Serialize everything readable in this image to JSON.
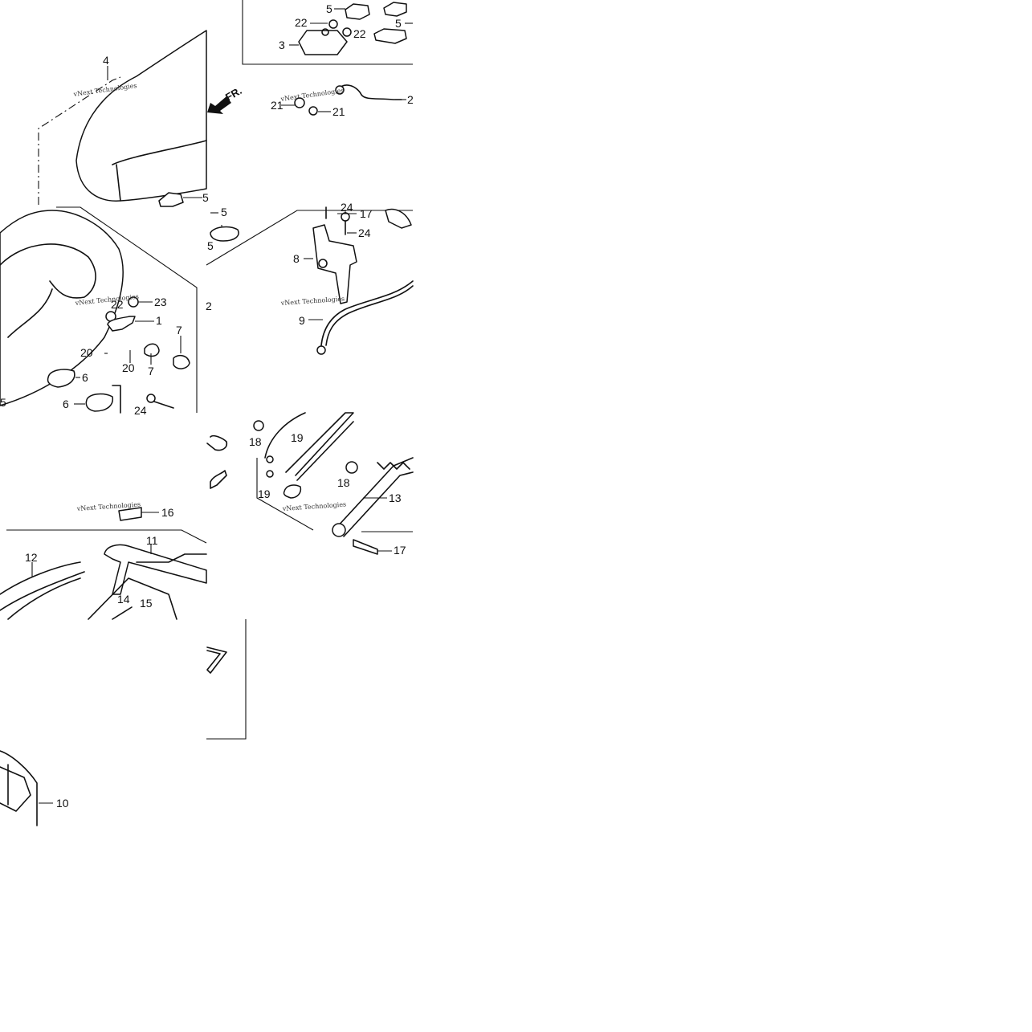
{
  "watermark": "vNext Technologies",
  "direction_label": "FR.",
  "callouts": {
    "c4": "4",
    "c5a": "5",
    "c5b": "5",
    "c5c": "5",
    "c5d": "5",
    "c5e": "5",
    "c5f": "5",
    "c22a": "22",
    "c22b": "22",
    "c3": "3",
    "c21a": "21",
    "c21b": "21",
    "c2a": "2",
    "c24a": "24",
    "c24b": "24",
    "c24c": "24",
    "c17a": "17",
    "c17b": "17",
    "c8": "8",
    "c9": "9",
    "c2b": "2",
    "c23": "23",
    "c22c": "22",
    "c1": "1",
    "c20a": "20",
    "c20b": "20",
    "c7a": "7",
    "c7b": "7",
    "c6a": "6",
    "c6b": "6",
    "c18a": "18",
    "c18b": "18",
    "c19a": "19",
    "c19b": "19",
    "c13": "13",
    "c16": "16",
    "c11": "11",
    "c12": "12",
    "c14": "14",
    "c15": "15",
    "c10": "10"
  }
}
